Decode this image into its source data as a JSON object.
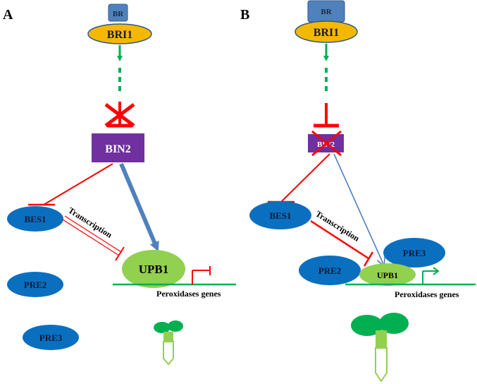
{
  "panels": {
    "a": {
      "label": "A",
      "br": "BR",
      "receptor": "BRI1",
      "kinase": "BIN2",
      "bes1": "BES1",
      "transcription": "Transcription",
      "upb1": "UPB1",
      "pre2": "PRE2",
      "pre3": "PRE3",
      "genes": "Peroxidases genes"
    },
    "b": {
      "label": "B",
      "br": "BR",
      "receptor": "BRI1",
      "kinase": "BIN2",
      "bes1": "BES1",
      "transcription": "Transcription",
      "upb1": "UPB1",
      "pre2": "PRE2",
      "pre3": "PRE3",
      "genes": "Peroxidases genes"
    }
  },
  "colors": {
    "br_box": "#4f81bd",
    "receptor": "#f5b800",
    "kinase": "#7030a0",
    "tf_blue": "#0b6fc0",
    "upb1_green": "#92d050",
    "signal_green": "#00b050",
    "inhibit_red": "#ff0000",
    "arrow_blue": "#4f81bd"
  },
  "icons": [
    "seedling-small-icon",
    "seedling-large-icon",
    "promoter-off-icon",
    "promoter-on-icon"
  ]
}
